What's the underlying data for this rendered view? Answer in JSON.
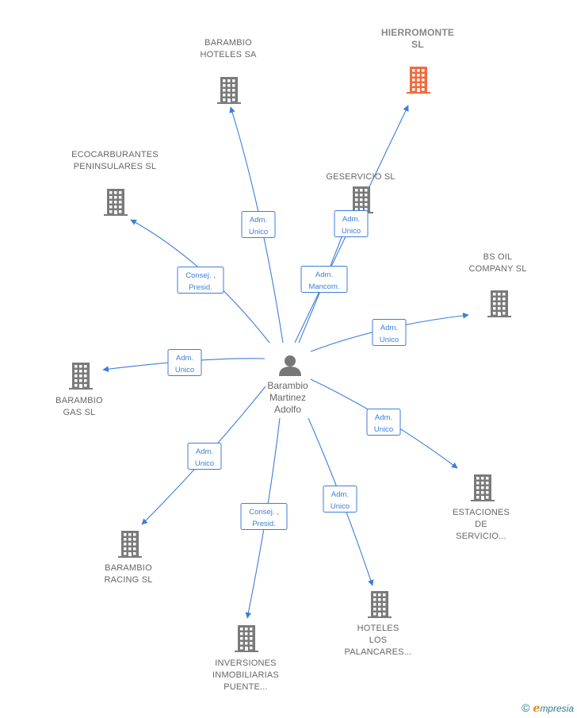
{
  "colors": {
    "edge": "#3d7ed8",
    "building": "#7a7a7a",
    "building_highlight": "#f26a3d",
    "person": "#777777",
    "label": "#666666"
  },
  "person": {
    "id": "p",
    "lines": [
      "Barambio",
      "Martinez",
      "Adolfo"
    ],
    "icon": "person-icon"
  },
  "companies": [
    {
      "id": "bhs",
      "lines": [
        "BARAMBIO",
        "HOTELES SA"
      ],
      "icon": "building-icon",
      "highlight": false
    },
    {
      "id": "hier",
      "lines": [
        "HIERROMONTE",
        "SL"
      ],
      "icon": "building-icon",
      "highlight": true
    },
    {
      "id": "eco",
      "lines": [
        "ECOCARBURANTES",
        "PENINSULARES SL"
      ],
      "icon": "building-icon",
      "highlight": false
    },
    {
      "id": "ges",
      "lines": [
        "GESERVICIO SL"
      ],
      "icon": "building-icon",
      "highlight": false
    },
    {
      "id": "bsoil",
      "lines": [
        "BS OIL",
        "COMPANY SL"
      ],
      "icon": "building-icon",
      "highlight": false
    },
    {
      "id": "bgas",
      "lines": [
        "BARAMBIO",
        "GAS SL"
      ],
      "icon": "building-icon",
      "highlight": false
    },
    {
      "id": "est",
      "lines": [
        "ESTACIONES",
        "DE",
        "SERVICIO..."
      ],
      "icon": "building-icon",
      "highlight": false
    },
    {
      "id": "brac",
      "lines": [
        "BARAMBIO",
        "RACING  SL"
      ],
      "icon": "building-icon",
      "highlight": false
    },
    {
      "id": "inv",
      "lines": [
        "INVERSIONES",
        "INMOBILIARIAS",
        "PUENTE..."
      ],
      "icon": "building-icon",
      "highlight": false
    },
    {
      "id": "hot",
      "lines": [
        "HOTELES",
        "LOS",
        "PALANCARES..."
      ],
      "icon": "building-icon",
      "highlight": false
    }
  ],
  "edges": [
    {
      "to": "bhs",
      "lines": [
        "Adm.",
        "Unico"
      ]
    },
    {
      "to": "hier",
      "lines": [
        "Adm.",
        "Unico"
      ]
    },
    {
      "to": "ges",
      "lines": [
        "Adm.",
        "Mancom."
      ]
    },
    {
      "to": "eco",
      "lines": [
        "Consej. ,",
        "Presid."
      ]
    },
    {
      "to": "bsoil",
      "lines": [
        "Adm.",
        "Unico"
      ]
    },
    {
      "to": "bgas",
      "lines": [
        "Adm.",
        "Unico"
      ]
    },
    {
      "to": "est",
      "lines": [
        "Adm.",
        "Unico"
      ]
    },
    {
      "to": "brac",
      "lines": [
        "Adm.",
        "Unico"
      ]
    },
    {
      "to": "inv",
      "lines": [
        "Consej. ,",
        "Presid."
      ]
    },
    {
      "to": "hot",
      "lines": [
        "Adm.",
        "Unico"
      ]
    }
  ],
  "branding": {
    "copyright": "©",
    "name_initial": "ℯ",
    "name_rest": "mpresia"
  }
}
